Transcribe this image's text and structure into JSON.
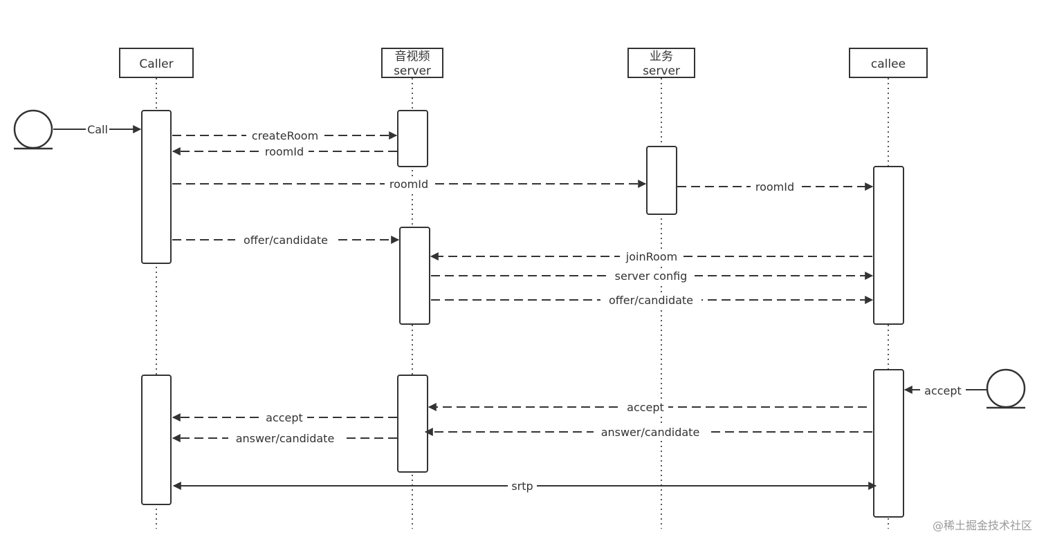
{
  "participants": {
    "caller": [
      "Caller"
    ],
    "av_server": [
      "音视频",
      "server"
    ],
    "biz_server": [
      "业务",
      "server"
    ],
    "callee": [
      "callee"
    ]
  },
  "messages": {
    "call": "Call",
    "create_room": "createRoom",
    "room_id_return": "roomId",
    "room_id_to_biz": "roomId",
    "room_id_to_callee": "roomId",
    "offer_candidate_caller": "offer/candidate",
    "join_room": "joinRoom",
    "server_config": "server config",
    "offer_candidate_callee": "offer/candidate",
    "accept_from_actor": "accept",
    "accept_to_server": "accept",
    "answer_candidate_to_server": "answer/candidate",
    "accept_to_caller": "accept",
    "answer_candidate_to_caller": "answer/candidate",
    "srtp": "srtp"
  },
  "watermark": "@稀土掘金技术社区",
  "colors": {
    "stroke": "#333333",
    "watermark": "#9a9a9a"
  }
}
